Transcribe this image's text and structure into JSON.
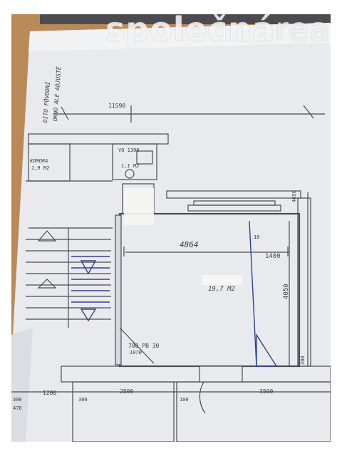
{
  "watermark": {
    "bold": "společná",
    "light": "realitní"
  },
  "plan": {
    "note_top": "DITO PŮVODNÍ",
    "note_top_2": "OKNO ALE ADJUSTÉ",
    "room_komora": "KOMORA",
    "room_komora_area": "1,9 M2",
    "room_wc": "VO 1300",
    "room_wc_area": "1,1 M2",
    "room_main_area": "19,7 M2",
    "dim_top": "11590",
    "dim_width": "4864",
    "dim_inner": "10",
    "dim_1400": "1400",
    "dim_height": "4050",
    "dim_4650": "4650",
    "dim_300": "300",
    "door_label": "780 PB 30",
    "door_label_2": "1970",
    "dim_1200": "1200",
    "dim_2500": "2500",
    "dim_3500": "3500",
    "dim_300b": "300",
    "dim_100": "100",
    "dim_left": "300",
    "dim_left_2": "470"
  },
  "colors": {
    "wood": "#b98a58",
    "paper": "#e9eaee",
    "ink": "#3a3a44",
    "pen": "#35408a"
  }
}
